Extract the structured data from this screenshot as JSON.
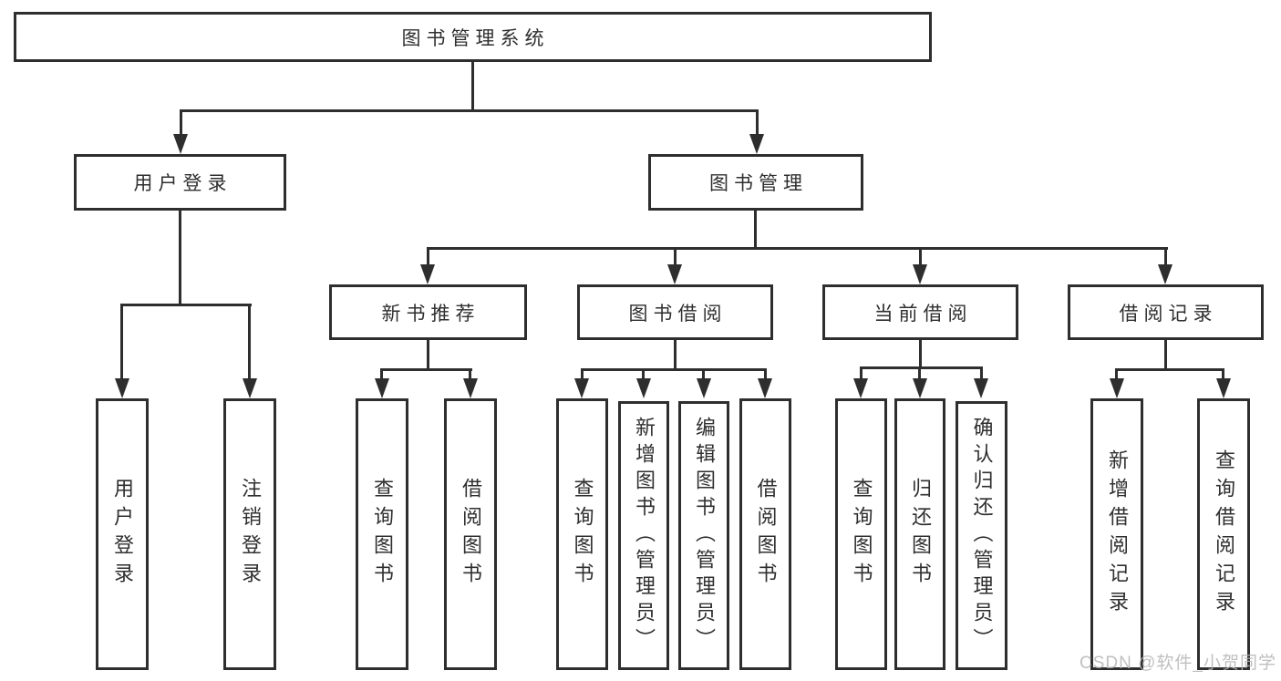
{
  "nodes": {
    "root": {
      "label": "图书管理系统"
    },
    "user_login": {
      "label": "用户登录"
    },
    "book_mgmt": {
      "label": "图书管理"
    },
    "new_book": {
      "label": "新书推荐"
    },
    "book_borrow": {
      "label": "图书借阅"
    },
    "current_borrow": {
      "label": "当前借阅"
    },
    "borrow_record": {
      "label": "借阅记录"
    },
    "leaf_user_login": {
      "label": "用户登录"
    },
    "leaf_logout": {
      "label": "注销登录"
    },
    "leaf_nb_query": {
      "label": "查询图书"
    },
    "leaf_nb_borrow": {
      "label": "借阅图书"
    },
    "leaf_bb_query": {
      "label": "查询图书"
    },
    "leaf_bb_add": {
      "label": "新增图书（管理员）"
    },
    "leaf_bb_edit": {
      "label": "编辑图书（管理员）"
    },
    "leaf_bb_borrow": {
      "label": "借阅图书"
    },
    "leaf_cb_query": {
      "label": "查询图书"
    },
    "leaf_cb_return": {
      "label": "归还图书"
    },
    "leaf_cb_confirm": {
      "label": "确认归还（管理员）"
    },
    "leaf_br_add": {
      "label": "新增借阅记录"
    },
    "leaf_br_query": {
      "label": "查询借阅记录"
    }
  },
  "edges": [
    [
      "root",
      "user_login"
    ],
    [
      "root",
      "book_mgmt"
    ],
    [
      "user_login",
      "leaf_user_login"
    ],
    [
      "user_login",
      "leaf_logout"
    ],
    [
      "book_mgmt",
      "new_book"
    ],
    [
      "book_mgmt",
      "book_borrow"
    ],
    [
      "book_mgmt",
      "current_borrow"
    ],
    [
      "book_mgmt",
      "borrow_record"
    ],
    [
      "new_book",
      "leaf_nb_query"
    ],
    [
      "new_book",
      "leaf_nb_borrow"
    ],
    [
      "book_borrow",
      "leaf_bb_query"
    ],
    [
      "book_borrow",
      "leaf_bb_add"
    ],
    [
      "book_borrow",
      "leaf_bb_edit"
    ],
    [
      "book_borrow",
      "leaf_bb_borrow"
    ],
    [
      "current_borrow",
      "leaf_cb_query"
    ],
    [
      "current_borrow",
      "leaf_cb_return"
    ],
    [
      "current_borrow",
      "leaf_cb_confirm"
    ],
    [
      "borrow_record",
      "leaf_br_add"
    ],
    [
      "borrow_record",
      "leaf_br_query"
    ]
  ],
  "watermark": "CSDN @软件_小贺同学",
  "colors": {
    "line": "#2e2e2e",
    "text": "#2f2f2f",
    "box_bg": "#ffffff",
    "watermark": "#b5b5b5"
  }
}
